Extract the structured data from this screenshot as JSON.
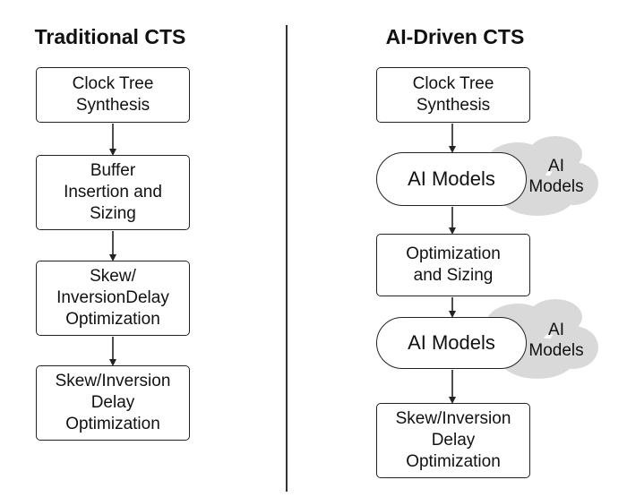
{
  "left": {
    "title": "Traditional CTS",
    "steps": [
      "Clock Tree\nSynthesis",
      "Buffer\nInsertion and\nSizing",
      "Skew/\nInversionDelay\nOptimization",
      "Skew/Inversion\nDelay\nOptimization"
    ]
  },
  "right": {
    "title": "AI-Driven CTS",
    "steps": [
      "Clock Tree\nSynthesis",
      "AI Models",
      "Optimization\nand Sizing",
      "AI Models",
      "Skew/Inversion\nDelay\nOptimization"
    ],
    "cloud_labels": [
      "AI\nModels",
      "AI\nModels"
    ]
  },
  "colors": {
    "stroke": "#222222",
    "cloud": "#d9d9d9",
    "background": "#ffffff"
  }
}
